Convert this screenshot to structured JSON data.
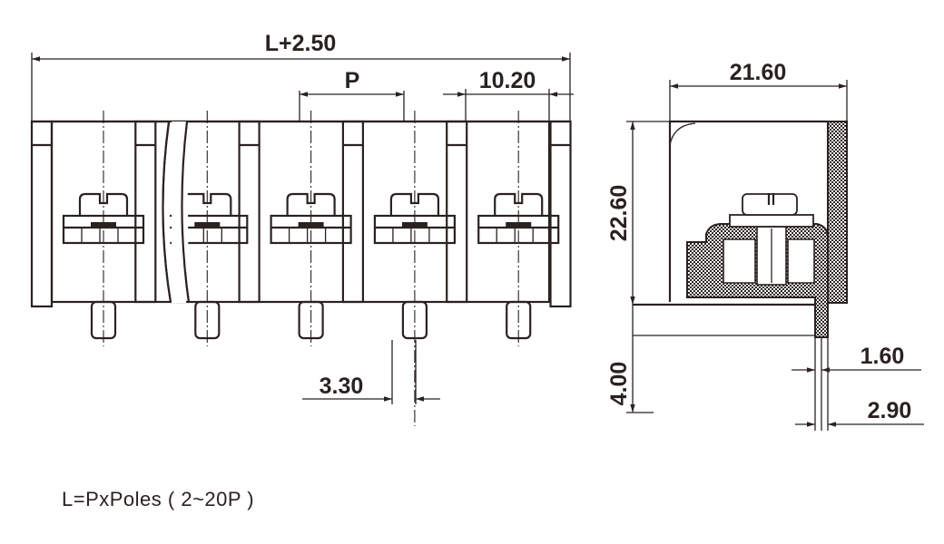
{
  "front_view": {
    "dim_overall": "L+2.50",
    "dim_pitch": "P",
    "dim_pitch_value": "10.20",
    "dim_pin_offset": "3.30",
    "pole_count_shown": 5
  },
  "side_view": {
    "dim_depth": "21.60",
    "dim_height": "22.60",
    "dim_pin_length": "4.00",
    "dim_pin_width": "1.60",
    "dim_pin_pitch": "2.90"
  },
  "note": "L=PxPoles ( 2~20P )",
  "colors": {
    "ink": "#2a2220"
  }
}
